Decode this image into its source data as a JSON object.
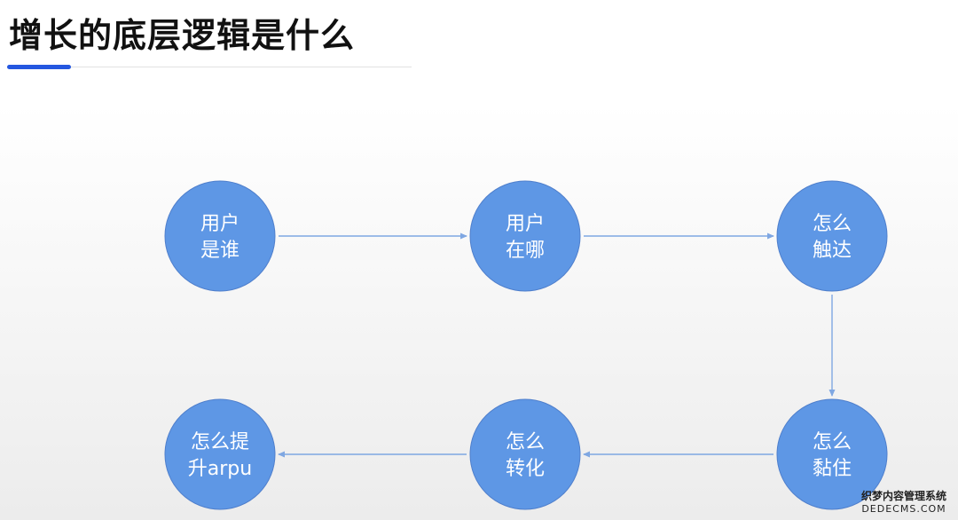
{
  "title": "增长的底层逻辑是什么",
  "colors": {
    "accent": "#2457e0",
    "node_fill": "#5e97e5",
    "node_stroke": "#4f7fcc",
    "edge": "#7fa7e2"
  },
  "chart_data": {
    "type": "flowchart",
    "nodes": [
      {
        "id": "n1",
        "lines": [
          "用户",
          "是谁"
        ]
      },
      {
        "id": "n2",
        "lines": [
          "用户",
          "在哪"
        ]
      },
      {
        "id": "n3",
        "lines": [
          "怎么",
          "触达"
        ]
      },
      {
        "id": "n4",
        "lines": [
          "怎么",
          "黏住"
        ]
      },
      {
        "id": "n5",
        "lines": [
          "怎么",
          "转化"
        ]
      },
      {
        "id": "n6",
        "lines": [
          "怎么提",
          "升arpu"
        ]
      }
    ],
    "edges": [
      {
        "from": "n1",
        "to": "n2"
      },
      {
        "from": "n2",
        "to": "n3"
      },
      {
        "from": "n3",
        "to": "n4"
      },
      {
        "from": "n4",
        "to": "n5"
      },
      {
        "from": "n5",
        "to": "n6"
      }
    ]
  },
  "watermark": {
    "line1": "织梦内容管理系统",
    "line2": "DEDECMS.COM"
  }
}
